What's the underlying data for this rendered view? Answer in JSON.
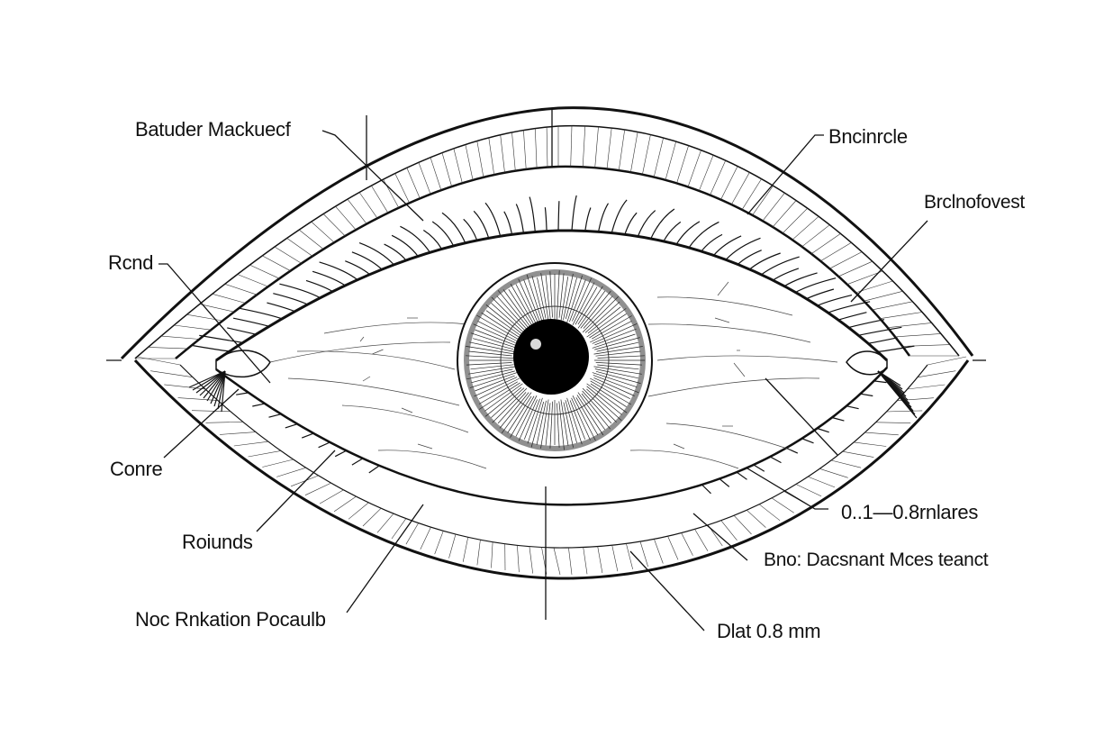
{
  "labels": {
    "top_left": "Batuder Mackuecf",
    "top_right": "Bncinrcle",
    "upper_right": "Brclnofovest",
    "left_upper": "Rcnd",
    "left_middle": "Conre",
    "left_lower": "Roiunds",
    "bottom_left": "Noc Rnkation Pocaulb",
    "right_measure": "0..1—0.8rnlares",
    "right_lower": "Bno: Dacsnant Mces teanct",
    "bottom_right": "Dlat 0.8 mm"
  },
  "colors": {
    "ink": "#111111",
    "background": "#ffffff",
    "pupil": "#000000"
  }
}
